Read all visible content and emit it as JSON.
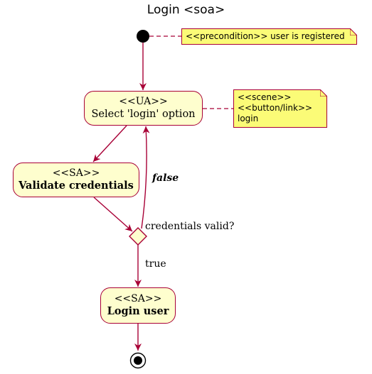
{
  "title": "Login <soa>",
  "nodes": {
    "select_login": {
      "stereotype": "<<UA>>",
      "name": "Select 'login' option"
    },
    "validate": {
      "stereotype": "<<SA>>",
      "name": "Validate credentials"
    },
    "login_user": {
      "stereotype": "<<SA>>",
      "name": "Login user"
    }
  },
  "decision": {
    "label": "credentials valid?",
    "true_label": "true",
    "false_label": "false"
  },
  "notes": {
    "precondition": "<<precondition>> user is registered",
    "scene": [
      "<<scene>>",
      "<<button/link>>",
      "login"
    ]
  },
  "colors": {
    "border": "#A80036",
    "activity_fill": "#FEFECE",
    "note_fill": "#FBFB77"
  }
}
